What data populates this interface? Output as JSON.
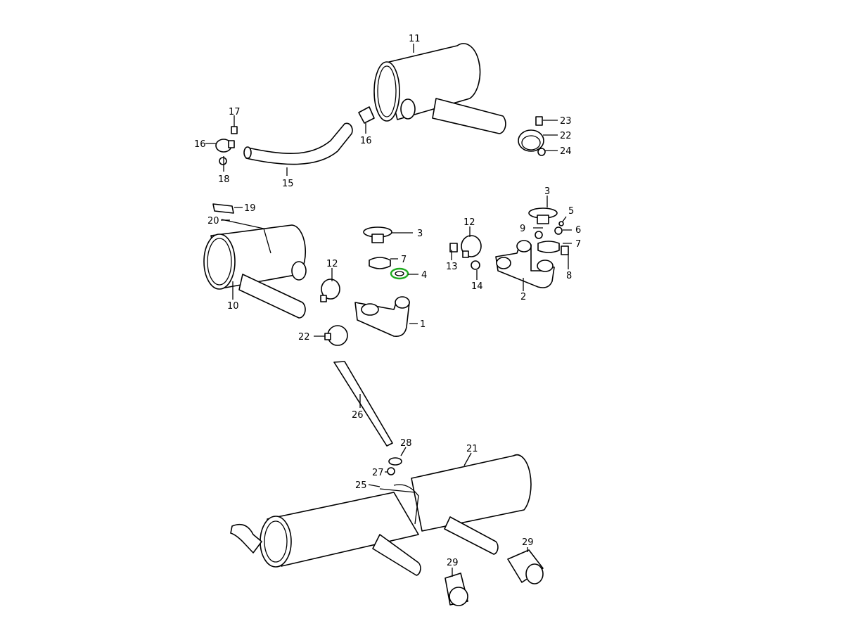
{
  "diagram": {
    "type": "exploded parts diagram",
    "highlight_color": "#1faa1f",
    "highlighted_part": "4",
    "callouts": [
      "11",
      "17",
      "16",
      "18",
      "15",
      "16",
      "23",
      "22",
      "24",
      "19",
      "20",
      "10",
      "3",
      "7",
      "4",
      "12",
      "22",
      "1",
      "12",
      "13",
      "14",
      "3",
      "5",
      "9",
      "6",
      "7",
      "8",
      "2",
      "26",
      "28",
      "21",
      "27",
      "25",
      "29",
      "29"
    ]
  }
}
